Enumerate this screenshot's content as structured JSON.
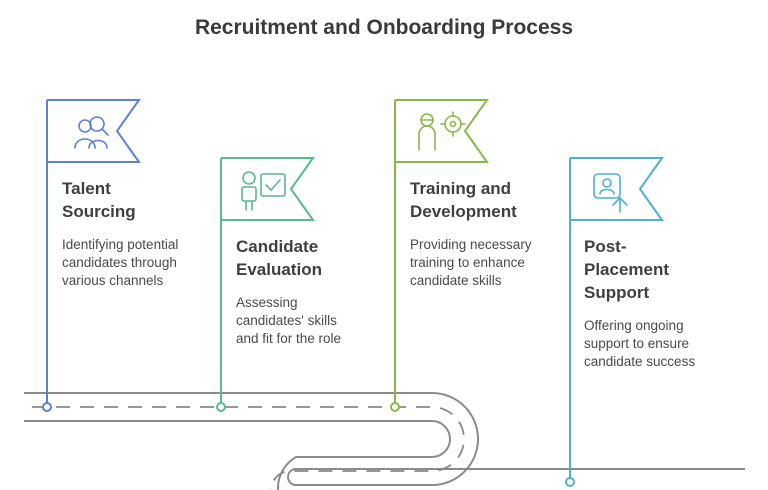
{
  "title": "Recruitment and Onboarding Process",
  "steps": [
    {
      "title": "Talent\nSourcing",
      "description": "Identifying potential\ncandidates through\nvarious channels",
      "color": "#5b80d6",
      "icon": "people-search-icon"
    },
    {
      "title": "Candidate\nEvaluation",
      "description": "Assessing\ncandidates' skills\nand fit for the role",
      "color": "#5bb98b",
      "icon": "person-checkmark-icon"
    },
    {
      "title": "Training and\nDevelopment",
      "description": "Providing necessary\ntraining to enhance\ncandidate skills",
      "color": "#8ab74a",
      "icon": "person-target-icon"
    },
    {
      "title": "Post-\nPlacement\nSupport",
      "description": "Offering ongoing\nsupport to ensure\ncandidate success",
      "color": "#4fb0cf",
      "icon": "profile-upload-icon"
    }
  ],
  "road_color": "#8a8a8a"
}
